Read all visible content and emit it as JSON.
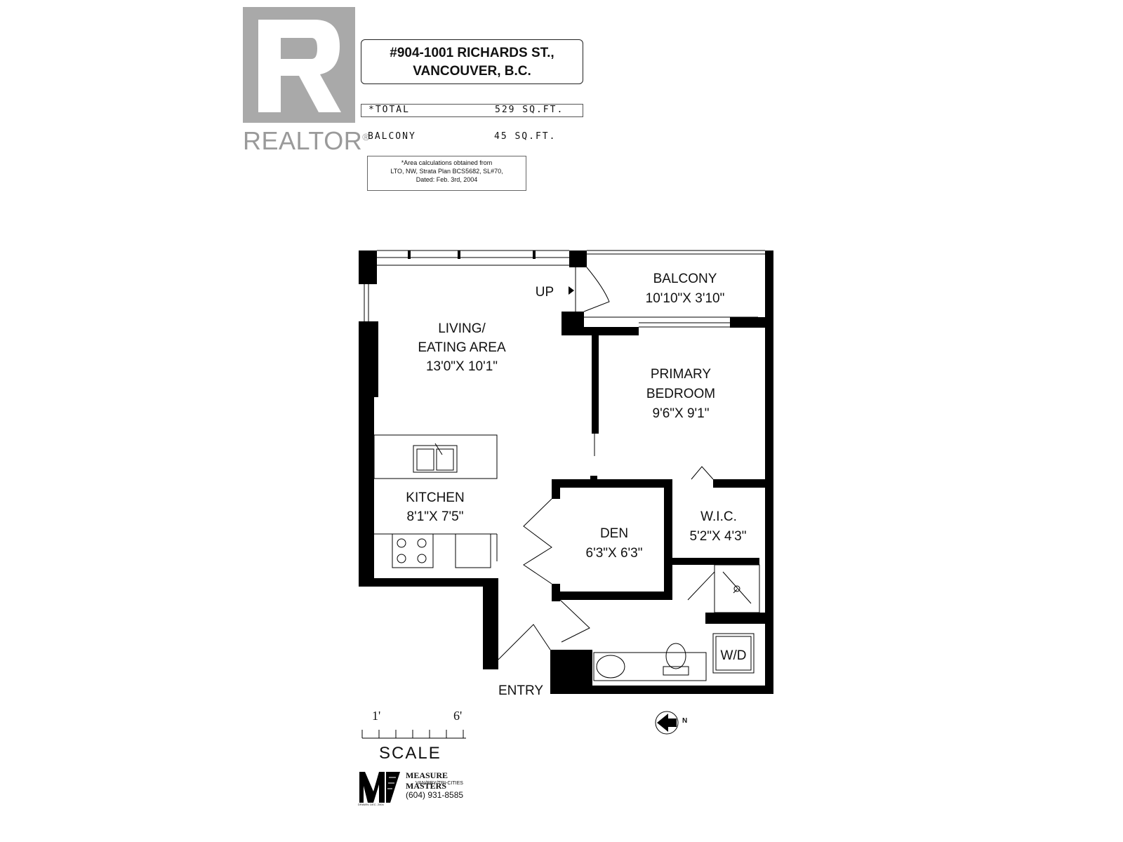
{
  "logo": {
    "wordmark": "REALTOR",
    "reg": "®",
    "icon": "realtor-r-logo"
  },
  "address": {
    "line1": "#904-1001 RICHARDS ST.,",
    "line2": "VANCOUVER, B.C."
  },
  "areas": {
    "total_label": "*TOTAL",
    "total_value": "529 SQ.FT.",
    "balcony_label": "BALCONY",
    "balcony_value": "45 SQ.FT."
  },
  "note": {
    "line1": "*Area calculations obtained from",
    "line2": "LTO, NW, Strata Plan BCS5682, SL#70,",
    "line3": "Dated: Feb. 3rd, 2004"
  },
  "rooms": {
    "balcony_name": "BALCONY",
    "balcony_dim": "10'10\"X 3'10\"",
    "up": "UP",
    "living_name1": "LIVING/",
    "living_name2": "EATING AREA",
    "living_dim": "13'0\"X 10'1\"",
    "bedroom_name1": "PRIMARY",
    "bedroom_name2": "BEDROOM",
    "bedroom_dim": "9'6\"X 9'1\"",
    "kitchen_name": "KITCHEN",
    "kitchen_dim": "8'1\"X 7'5\"",
    "den_name": "DEN",
    "den_dim": "6'3\"X 6'3\"",
    "wic_name": "W.I.C.",
    "wic_dim": "5'2\"X 4'3\"",
    "wd": "W/D",
    "entry": "ENTRY"
  },
  "north": {
    "label": "N",
    "icon": "north-arrow-icon"
  },
  "scale": {
    "left": "1'",
    "right": "6'",
    "word": "SCALE"
  },
  "company": {
    "name": "MEASURE MASTERS",
    "areas": "VAN/BBY/TRI-CITIES",
    "phone": "(604) 931-8585",
    "drawn": "DRAWN: DEC. 2004",
    "icon": "measure-masters-logo"
  }
}
